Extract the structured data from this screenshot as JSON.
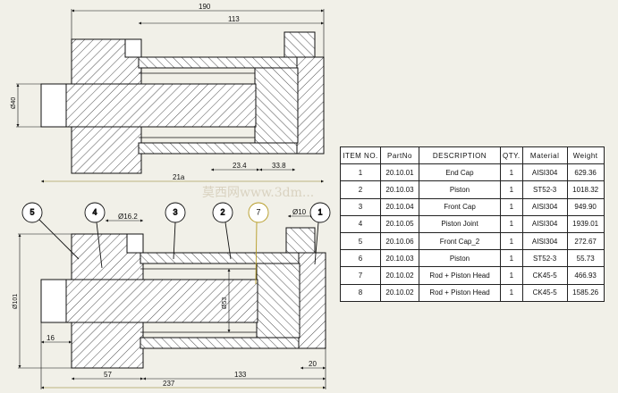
{
  "watermark": "莫西网www.3dm...",
  "top_view": {
    "dims": {
      "overall_top": "190",
      "inner_top": "113",
      "diameter_left": "Ø40",
      "bottom_a": "23.4",
      "bottom_b": "33.8",
      "overall_bottom": "21a"
    }
  },
  "bottom_view": {
    "dims": {
      "bore_small": "Ø16.2",
      "rod_dia_top": "Ø10",
      "diameter_left": "Ø101",
      "inner_dia": "Ø53",
      "left_len": "16",
      "bottom_a": "57",
      "bottom_b": "133",
      "right_len": "20",
      "overall": "237"
    },
    "balloons": [
      "5",
      "4",
      "3",
      "2",
      "7",
      "1"
    ]
  },
  "bom": {
    "headers": [
      "ITEM NO.",
      "PartNo",
      "DESCRIPTION",
      "QTY.",
      "Material",
      "Weight"
    ],
    "rows": [
      [
        "1",
        "20.10.01",
        "End Cap",
        "1",
        "AISI304",
        "629.36"
      ],
      [
        "2",
        "20.10.03",
        "Piston",
        "1",
        "ST52-3",
        "1018.32"
      ],
      [
        "3",
        "20.10.04",
        "Front Cap",
        "1",
        "AISI304",
        "949.90"
      ],
      [
        "4",
        "20.10.05",
        "Piston Joint",
        "1",
        "AISI304",
        "1939.01"
      ],
      [
        "5",
        "20.10.06",
        "Front Cap_2",
        "1",
        "AISI304",
        "272.67"
      ],
      [
        "6",
        "20.10.03",
        "Piston",
        "1",
        "ST52-3",
        "55.73"
      ],
      [
        "7",
        "20.10.02",
        "Rod + Piston Head",
        "1",
        "CK45-5",
        "466.93"
      ],
      [
        "8",
        "20.10.02",
        "Rod + Piston Head",
        "1",
        "CK45-5",
        "1585.26"
      ]
    ]
  }
}
